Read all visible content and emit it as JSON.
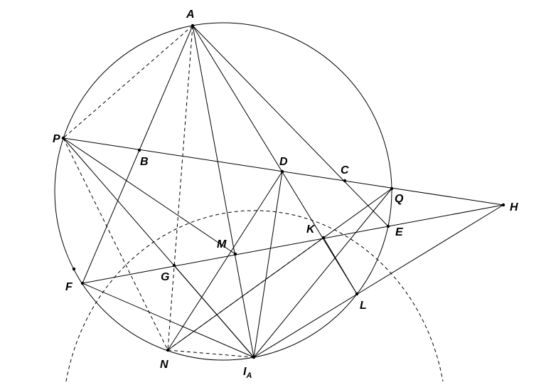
{
  "points": [
    {
      "id": "A",
      "label": "A"
    },
    {
      "id": "P",
      "label": "P"
    },
    {
      "id": "B",
      "label": "B"
    },
    {
      "id": "D",
      "label": "D"
    },
    {
      "id": "C",
      "label": "C"
    },
    {
      "id": "Q",
      "label": "Q"
    },
    {
      "id": "H",
      "label": "H"
    },
    {
      "id": "E",
      "label": "E"
    },
    {
      "id": "K",
      "label": "K"
    },
    {
      "id": "M",
      "label": "M"
    },
    {
      "id": "G",
      "label": "G"
    },
    {
      "id": "F",
      "label": "F"
    },
    {
      "id": "L",
      "label": "L"
    },
    {
      "id": "N",
      "label": "N"
    },
    {
      "id": "IA",
      "label": "I",
      "subscript": "A"
    }
  ]
}
